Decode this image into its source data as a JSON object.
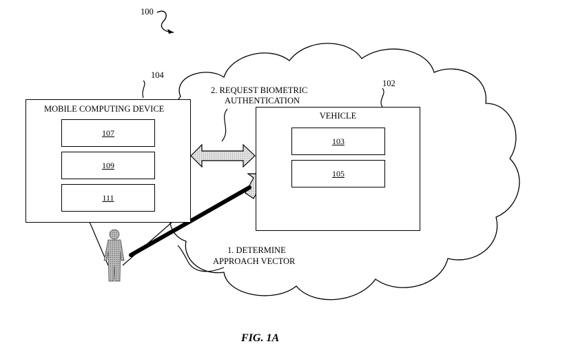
{
  "figure": {
    "caption": "FIG. 1A",
    "overall_ref": "100"
  },
  "mobile_device": {
    "ref": "104",
    "title": "MOBILE COMPUTING DEVICE",
    "components": [
      "107",
      "109",
      "111"
    ]
  },
  "vehicle": {
    "ref": "102",
    "title": "VEHICLE",
    "components": [
      "103",
      "105"
    ]
  },
  "steps": {
    "step1_line1": "1. DETERMINE",
    "step1_line2": "APPROACH VECTOR",
    "step2_line1": "2. REQUEST BIOMETRIC",
    "step2_line2": "AUTHENTICATION"
  },
  "colors": {
    "outline": "#000000",
    "arrow_fill": "#d8d8d8",
    "person_fill": "#b0b0b0"
  }
}
